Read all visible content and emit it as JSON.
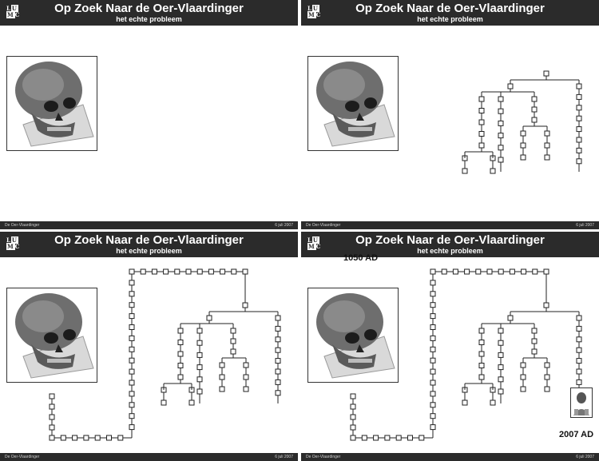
{
  "header": {
    "title": "Op Zoek Naar de Oer-Vlaardinger",
    "subtitle": "het echte probleem",
    "logo_lines": [
      "LU",
      "MC"
    ]
  },
  "footer": {
    "left": "De Oer-Vlaardinger",
    "right": "6 juli 2007"
  },
  "labels": {
    "start_year": "1050 AD",
    "end_year": "2007 AD"
  },
  "icons": {
    "photo": "skull-icon",
    "person": "person-icon"
  }
}
